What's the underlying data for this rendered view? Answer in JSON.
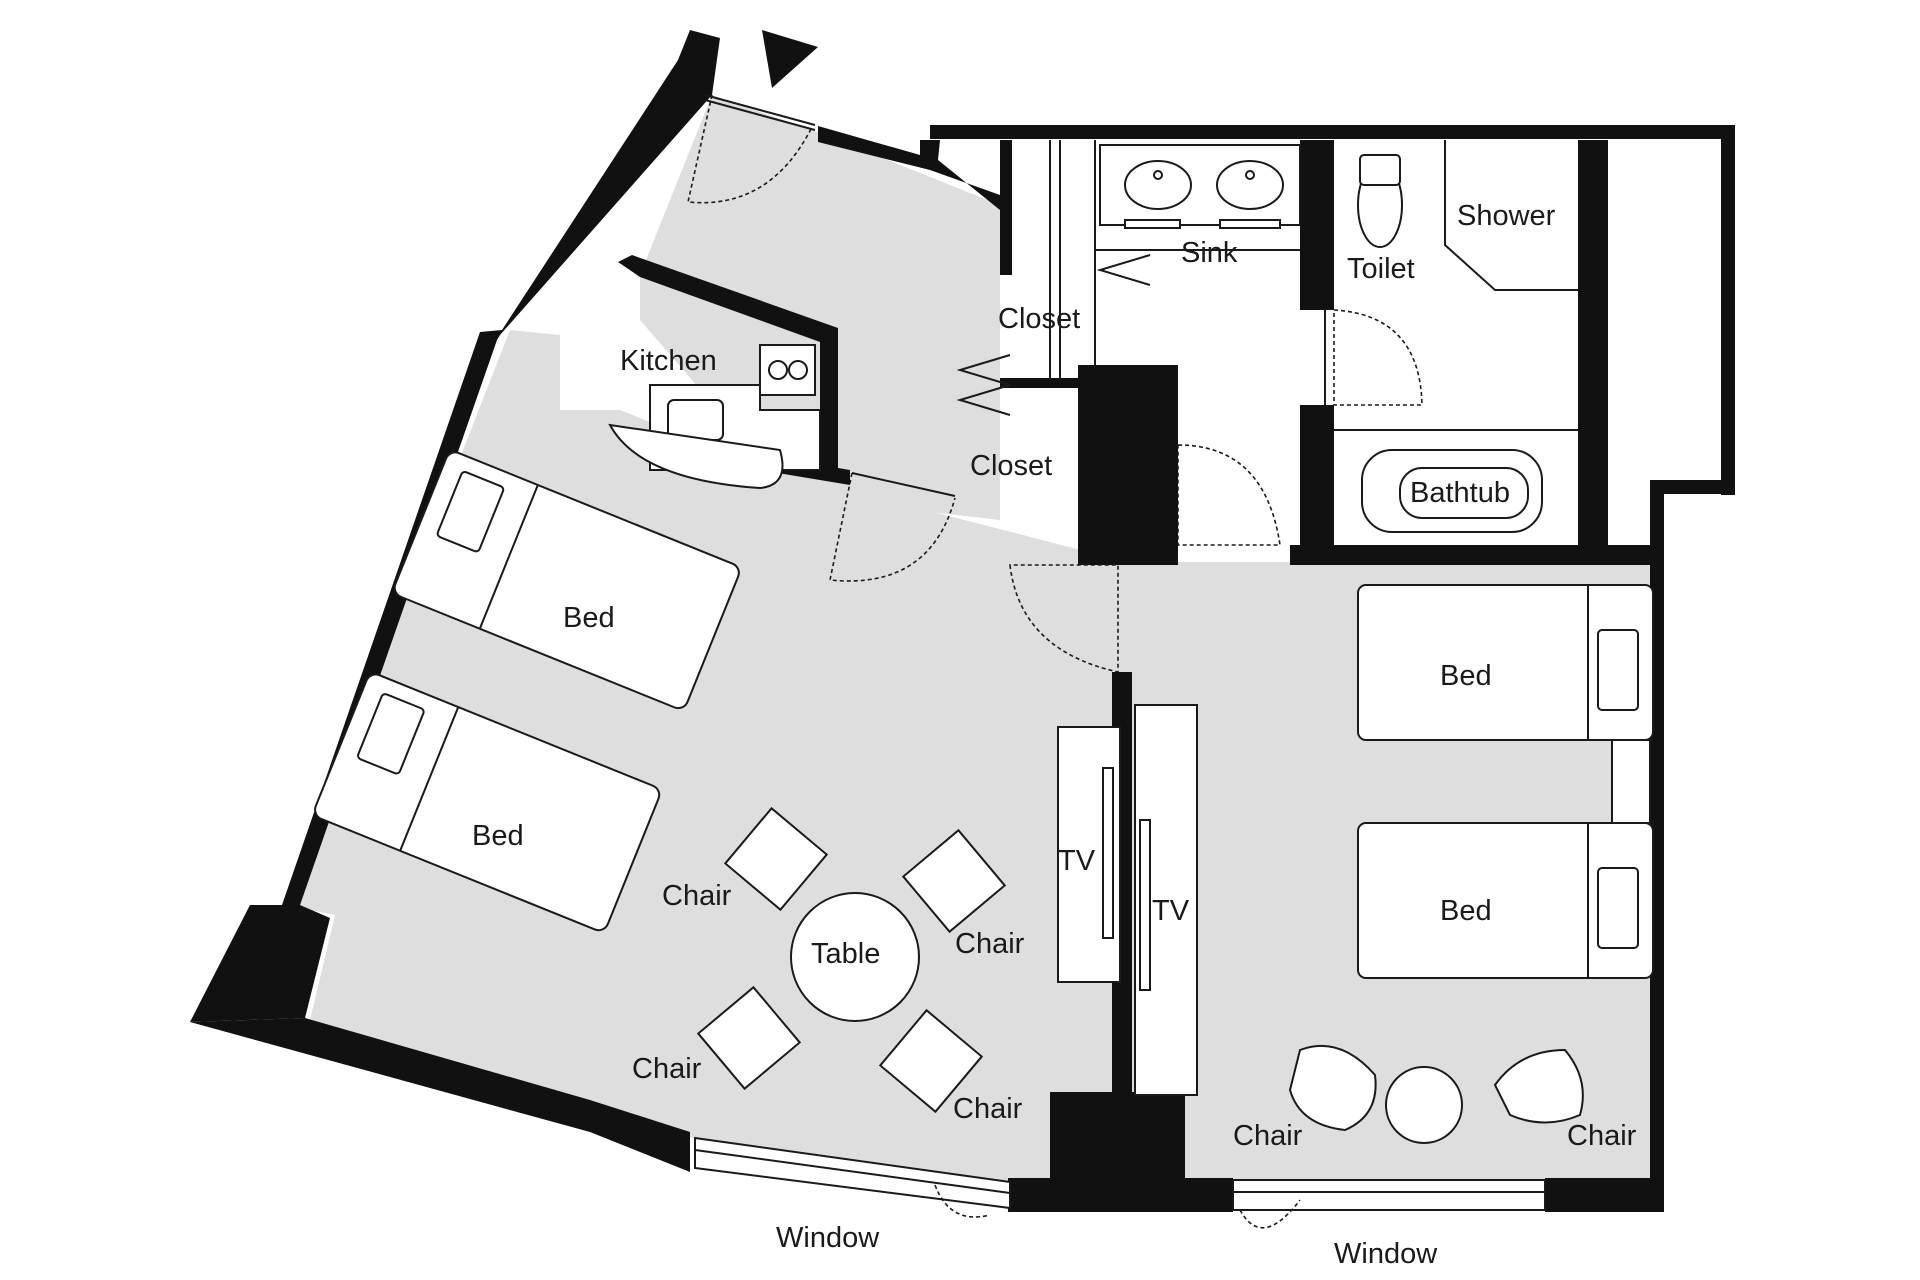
{
  "labels": {
    "kitchen": "Kitchen",
    "closet_upper": "Closet",
    "closet_lower": "Closet",
    "sink": "Sink",
    "toilet": "Toilet",
    "shower": "Shower",
    "bathtub": "Bathtub",
    "bed_left_top": "Bed",
    "bed_left_bottom": "Bed",
    "bed_right_top": "Bed",
    "bed_right_bottom": "Bed",
    "tv_left": "TV",
    "tv_right": "TV",
    "table": "Table",
    "chair_left_1": "Chair",
    "chair_left_2": "Chair",
    "chair_left_3": "Chair",
    "chair_left_4": "Chair",
    "chair_right_1": "Chair",
    "chair_right_2": "Chair",
    "window_left": "Window",
    "window_right": "Window"
  },
  "colors": {
    "wall": "#111111",
    "floor": "#dedede",
    "fixture": "#ffffff"
  }
}
